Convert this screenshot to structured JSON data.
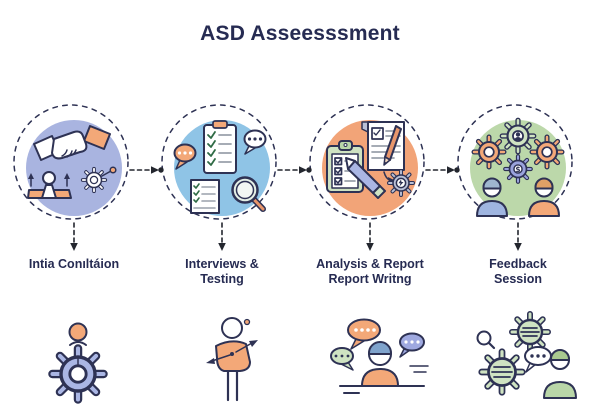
{
  "title": "ASD Asseesssment",
  "palette": {
    "outline": "#2e3254",
    "text": "#262b52",
    "connector": "#23262e"
  },
  "steps": [
    {
      "label_lines": [
        "Intia Conıltáion"
      ],
      "circle_color": "#a9b4e0",
      "icon": "handshake-consultation-icon"
    },
    {
      "label_lines": [
        "Interviews &",
        "Testing"
      ],
      "circle_color": "#8fc4e6",
      "icon": "checklist-speech-magnifier-icon"
    },
    {
      "label_lines": [
        "Analysis & Report",
        "Report Writng"
      ],
      "circle_color": "#f2a478",
      "icon": "clipboard-report-writing-icon"
    },
    {
      "label_lines": [
        "Feedback",
        "Session"
      ],
      "circle_color": "#bcd8aa",
      "icon": "people-gears-icon",
      "gear_glyph": "$"
    }
  ],
  "bottom_icons": [
    {
      "name": "gear-person-icon"
    },
    {
      "name": "person-arrows-icon"
    },
    {
      "name": "person-speech-bubbles-icon"
    },
    {
      "name": "person-gears-search-icon"
    }
  ]
}
